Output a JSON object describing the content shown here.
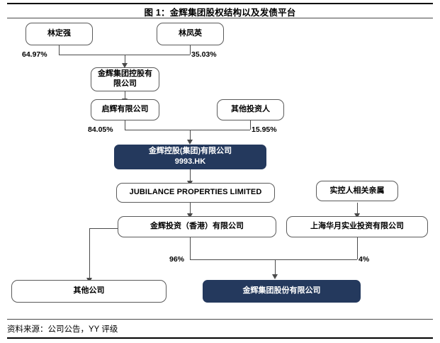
{
  "figure": {
    "title": "图 1：金辉集团股权结构以及发债平台",
    "source": "资料来源：公司公告，YY 评级"
  },
  "colors": {
    "highlight_fill": "#24395d",
    "highlight_text": "#ffffff",
    "node_border": "#5a5a5a",
    "connector": "#4a4a4a",
    "rule": "#000000"
  },
  "nodes": {
    "lin_dingqiang": {
      "label": "林定强"
    },
    "lin_fengying": {
      "label": "林凤英"
    },
    "jinhui_group_holding": {
      "label": "金辉集团控股有限公司"
    },
    "qihui": {
      "label": "启辉有限公司"
    },
    "other_investors": {
      "label": "其他投资人"
    },
    "jinhui_holdings_hk": {
      "label": "金辉控股(集团)有限公司",
      "ticker": "9993.HK"
    },
    "jubilance": {
      "label": "JUBILANCE PROPERTIES LIMITED"
    },
    "controller_relatives": {
      "label": "实控人相关亲属"
    },
    "jinhui_invest_hk": {
      "label": "金辉投资（香港）有限公司"
    },
    "shanghai_huayue": {
      "label": "上海华月实业投资有限公司"
    },
    "other_companies": {
      "label": "其他公司"
    },
    "jinhui_group_co": {
      "label": "金辉集团股份有限公司"
    }
  },
  "edges": {
    "lin_dingqiang_pct": "64.97%",
    "lin_fengying_pct": "35.03%",
    "qihui_pct": "84.05%",
    "other_investors_pct": "15.95%",
    "jinhui_invest_hk_pct": "96%",
    "shanghai_huayue_pct": "4%"
  },
  "chart_data": {
    "type": "diagram",
    "diagram_kind": "ownership-structure-tree",
    "title": "图 1：金辉集团股权结构以及发债平台",
    "source": "资料来源：公司公告，YY 评级",
    "entities": [
      {
        "id": "lin_dingqiang",
        "label": "林定强",
        "level": 0,
        "style": "outline"
      },
      {
        "id": "lin_fengying",
        "label": "林凤英",
        "level": 0,
        "style": "outline"
      },
      {
        "id": "jinhui_group_holding",
        "label": "金辉集团控股有限公司",
        "level": 1,
        "style": "outline"
      },
      {
        "id": "qihui",
        "label": "启辉有限公司",
        "level": 2,
        "style": "outline"
      },
      {
        "id": "other_investors",
        "label": "其他投资人",
        "level": 2,
        "style": "outline"
      },
      {
        "id": "jinhui_holdings_hk",
        "label": "金辉控股(集团)有限公司 9993.HK",
        "level": 3,
        "style": "highlighted"
      },
      {
        "id": "jubilance",
        "label": "JUBILANCE PROPERTIES LIMITED",
        "level": 4,
        "style": "outline"
      },
      {
        "id": "controller_relatives",
        "label": "实控人相关亲属",
        "level": 4,
        "style": "outline"
      },
      {
        "id": "jinhui_invest_hk",
        "label": "金辉投资（香港）有限公司",
        "level": 5,
        "style": "outline"
      },
      {
        "id": "shanghai_huayue",
        "label": "上海华月实业投资有限公司",
        "level": 5,
        "style": "outline"
      },
      {
        "id": "other_companies",
        "label": "其他公司",
        "level": 6,
        "style": "outline"
      },
      {
        "id": "jinhui_group_co",
        "label": "金辉集团股份有限公司",
        "level": 6,
        "style": "highlighted"
      }
    ],
    "links": [
      {
        "from": "lin_dingqiang",
        "to": "jinhui_group_holding",
        "label": "64.97%"
      },
      {
        "from": "lin_fengying",
        "to": "jinhui_group_holding",
        "label": "35.03%"
      },
      {
        "from": "jinhui_group_holding",
        "to": "qihui",
        "label": ""
      },
      {
        "from": "qihui",
        "to": "jinhui_holdings_hk",
        "label": "84.05%"
      },
      {
        "from": "other_investors",
        "to": "jinhui_holdings_hk",
        "label": "15.95%"
      },
      {
        "from": "jinhui_holdings_hk",
        "to": "jubilance",
        "label": ""
      },
      {
        "from": "jubilance",
        "to": "jinhui_invest_hk",
        "label": ""
      },
      {
        "from": "controller_relatives",
        "to": "shanghai_huayue",
        "label": ""
      },
      {
        "from": "jinhui_invest_hk",
        "to": "other_companies",
        "label": ""
      },
      {
        "from": "jinhui_invest_hk",
        "to": "jinhui_group_co",
        "label": "96%"
      },
      {
        "from": "shanghai_huayue",
        "to": "jinhui_group_co",
        "label": "4%"
      }
    ]
  }
}
